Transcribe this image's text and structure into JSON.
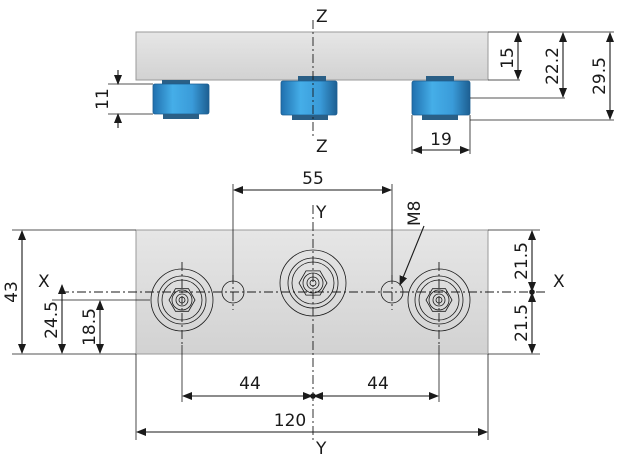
{
  "axes": {
    "z_top": "Z",
    "z_bottom": "Z",
    "y_top": "Y",
    "y_bottom": "Y",
    "x_left": "X",
    "x_right": "X"
  },
  "dimensions": {
    "side_view": {
      "dim_15": "15",
      "dim_22_2": "22.2",
      "dim_29_5": "29.5",
      "dim_11": "11",
      "dim_19": "19"
    },
    "top_view": {
      "dim_55": "55",
      "thread_m8": "M8",
      "dim_43": "43",
      "dim_24_5": "24.5",
      "dim_18_5": "18.5",
      "dim_21_5_upper": "21.5",
      "dim_21_5_lower": "21.5",
      "dim_44_left": "44",
      "dim_44_right": "44",
      "dim_120": "120"
    }
  },
  "colors": {
    "plate": "#dcdcdc",
    "fitting_blue": "#3a9bd9",
    "fitting_dark": "#2a5f86"
  }
}
